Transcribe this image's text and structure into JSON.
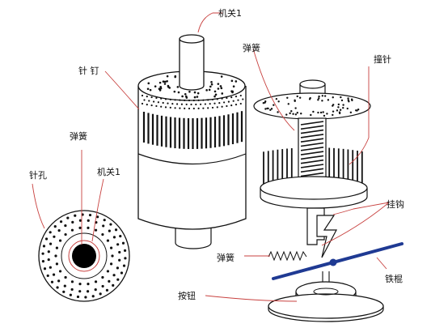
{
  "labels": {
    "switch1_top": "机关1",
    "needle_nail": "针 钉",
    "spring_top": "弹簧",
    "striker": "撞针",
    "spring_left": "弹簧",
    "pinhole": "针孔",
    "switch1_left": "机关1",
    "hook": "挂钩",
    "spring_bottom": "弹簧",
    "iron_rod": "铁棍",
    "button": "按钮"
  },
  "colors": {
    "line": "#111111",
    "leader": "#c8413f",
    "rod": "#1f3a93",
    "hole": "#000000"
  }
}
